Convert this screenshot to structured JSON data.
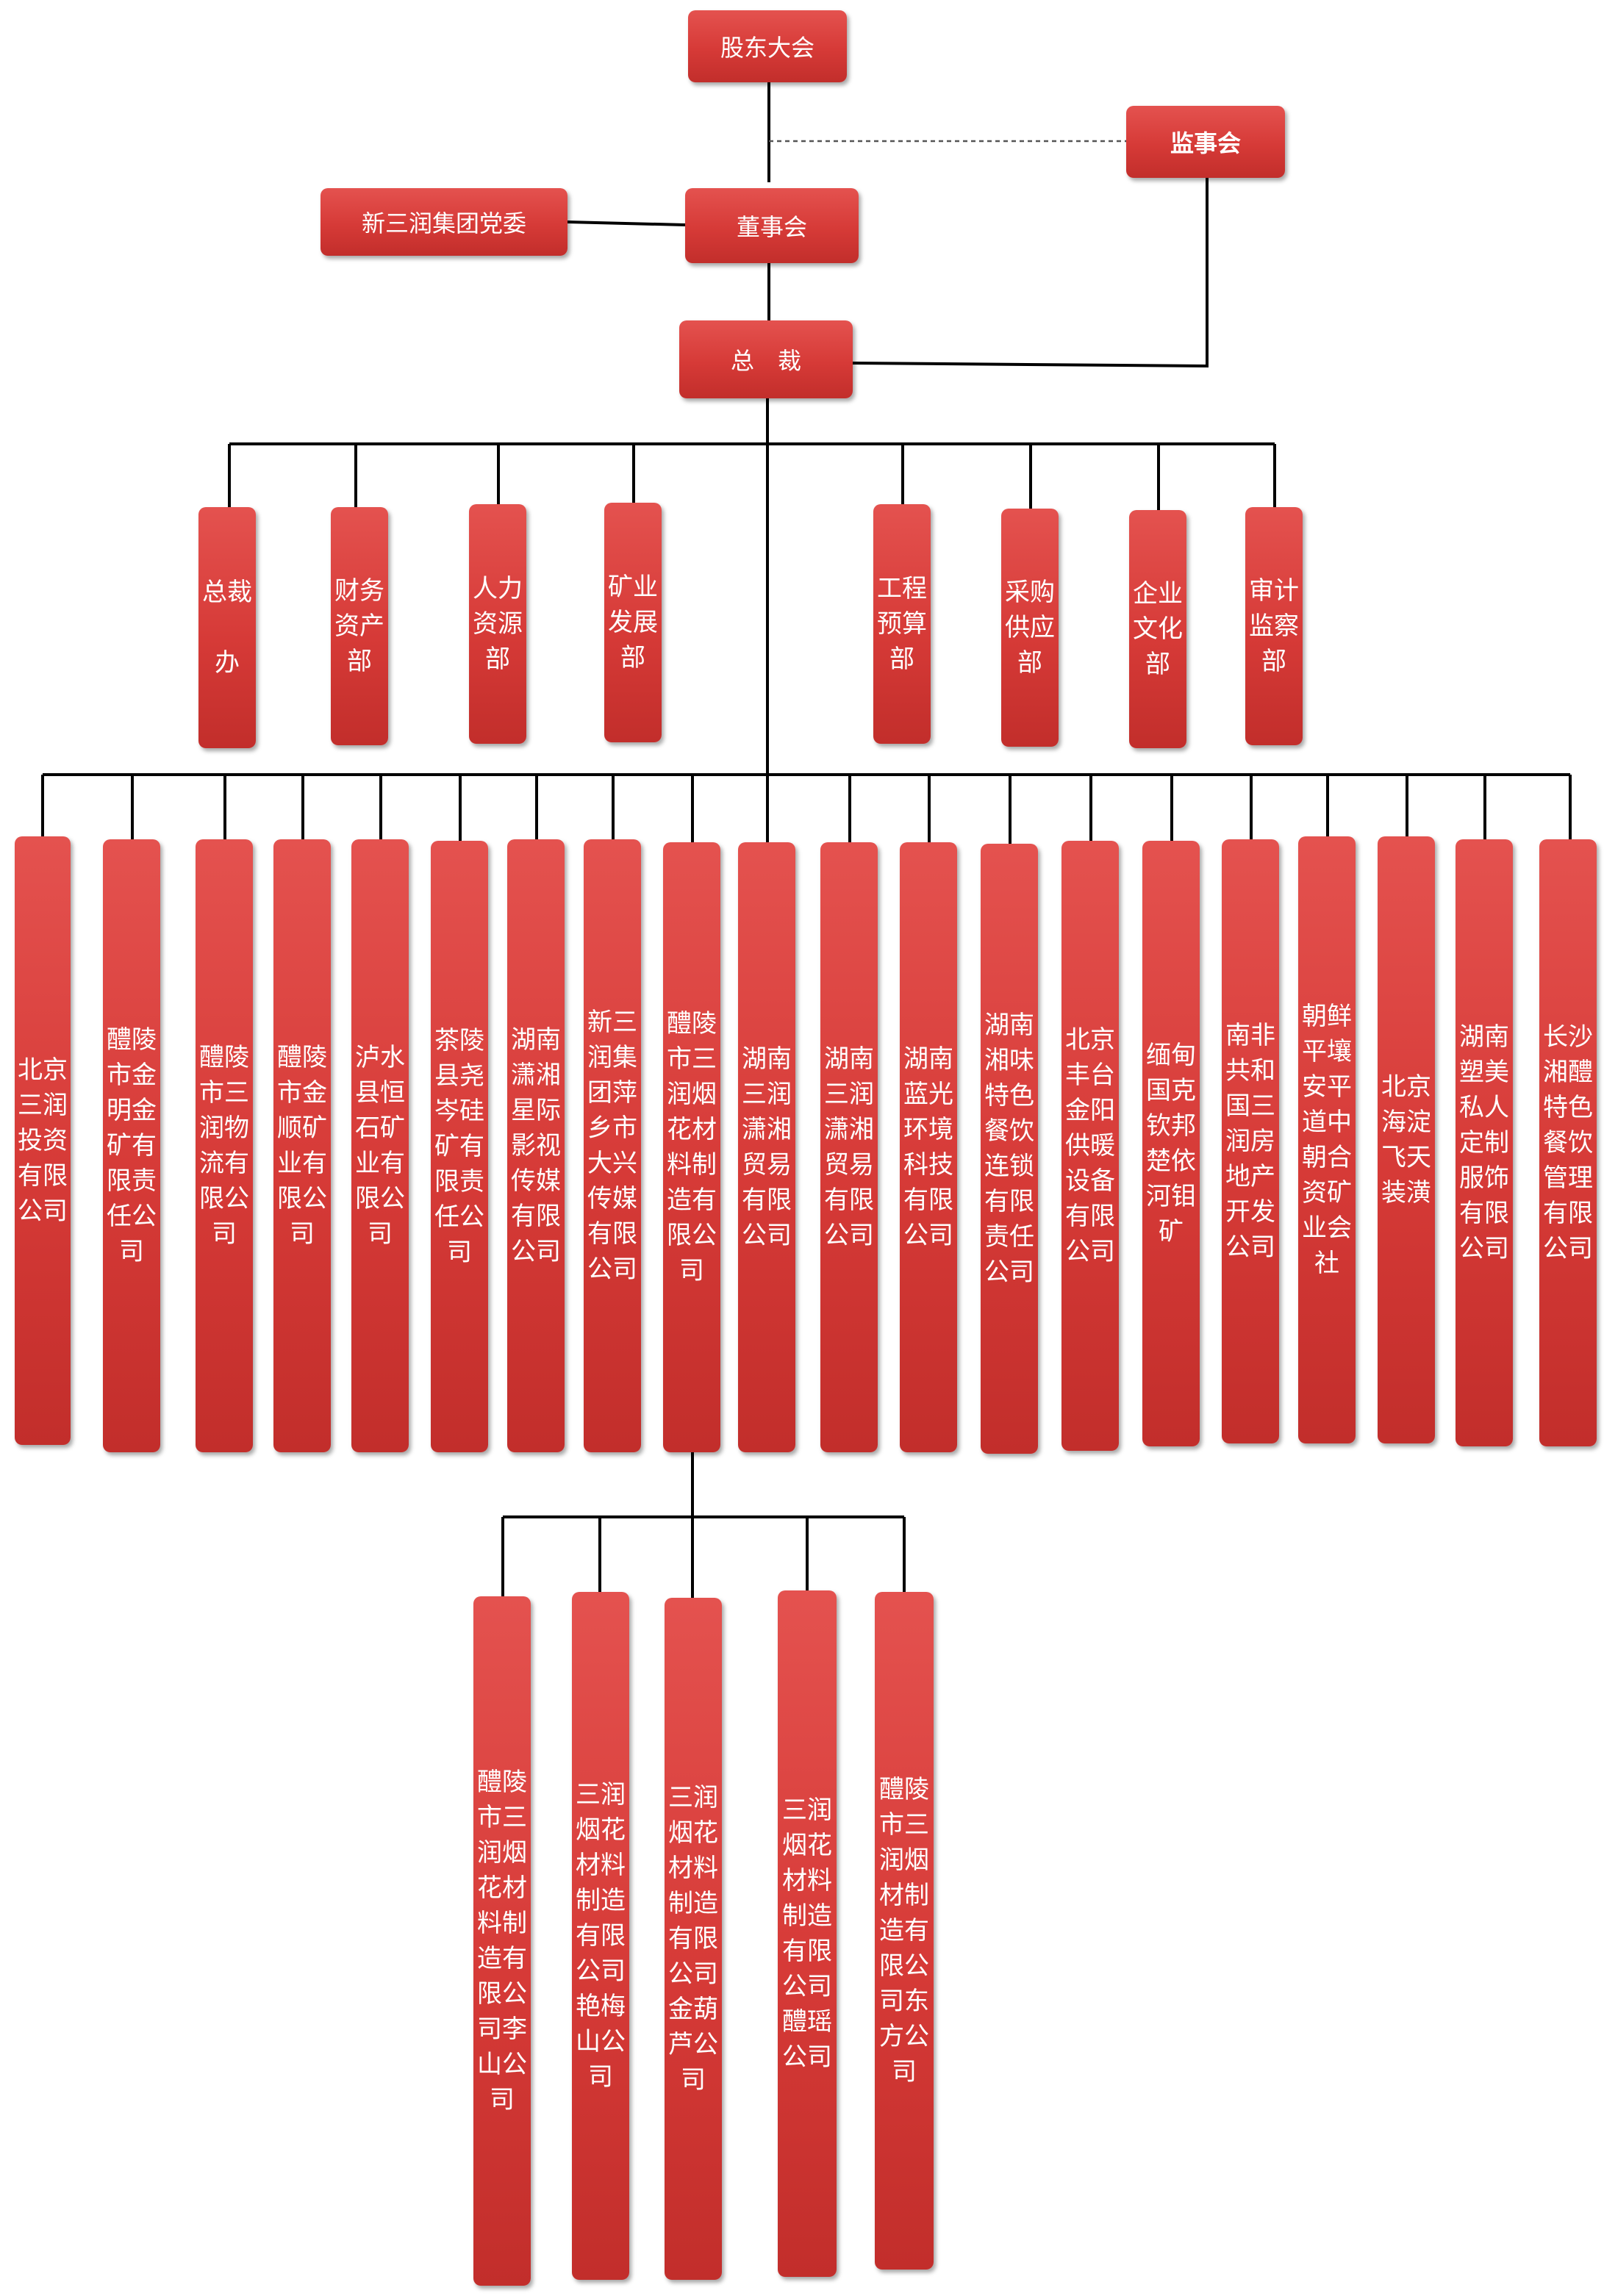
{
  "top": {
    "shareholders": "股东大会",
    "supervisors": "监事会",
    "party_committee": "新三润集团党委",
    "board": "董事会",
    "president": "总　裁"
  },
  "departments": [
    "总裁办",
    "财务资产部",
    "人力资源部",
    "矿业发展部",
    "工程预算部",
    "采购供应部",
    "企业文化部",
    "审计监察部"
  ],
  "subsidiaries": [
    "北京三润投资有限公司",
    "醴陵市金明金矿有限责任公司",
    "醴陵市三润物流有限公司",
    "醴陵市金顺矿业有限公司",
    "泸水县恒石矿业有限公司",
    "茶陵县尧岑硅矿有限责任公司",
    "湖南潇湘星际影视传媒有限公司",
    "新三润集团萍乡市大兴传媒有限公司",
    "醴陵市三润烟花材料制造有限公司",
    "湖南三润潇湘贸易有限公司",
    "湖南三润潇湘贸易有限公司",
    "湖南蓝光环境科技有限公司",
    "湖南湘味特色餐饮连锁有限责任公司",
    "北京丰台金阳供暖设备有限公司",
    "缅甸国克钦邦楚依河钼矿",
    "南非共和国三润房地产开发公司",
    "朝鲜平壤安平道中朝合资矿业会社",
    "北京海淀飞天装潢",
    "湖南塑美私人定制服饰有限公司",
    "长沙湘醴特色餐饮管理有限公司"
  ],
  "branches": [
    "醴陵市三润烟花材料制造有限公司李山公司",
    "三润烟花材料制造有限公司艳梅山公司",
    "三润烟花材料制造有限公司金葫芦公司",
    "三润烟花材料制造有限公司醴瑶公司",
    "醴陵市三润烟材制造有限公司东方公司"
  ]
}
